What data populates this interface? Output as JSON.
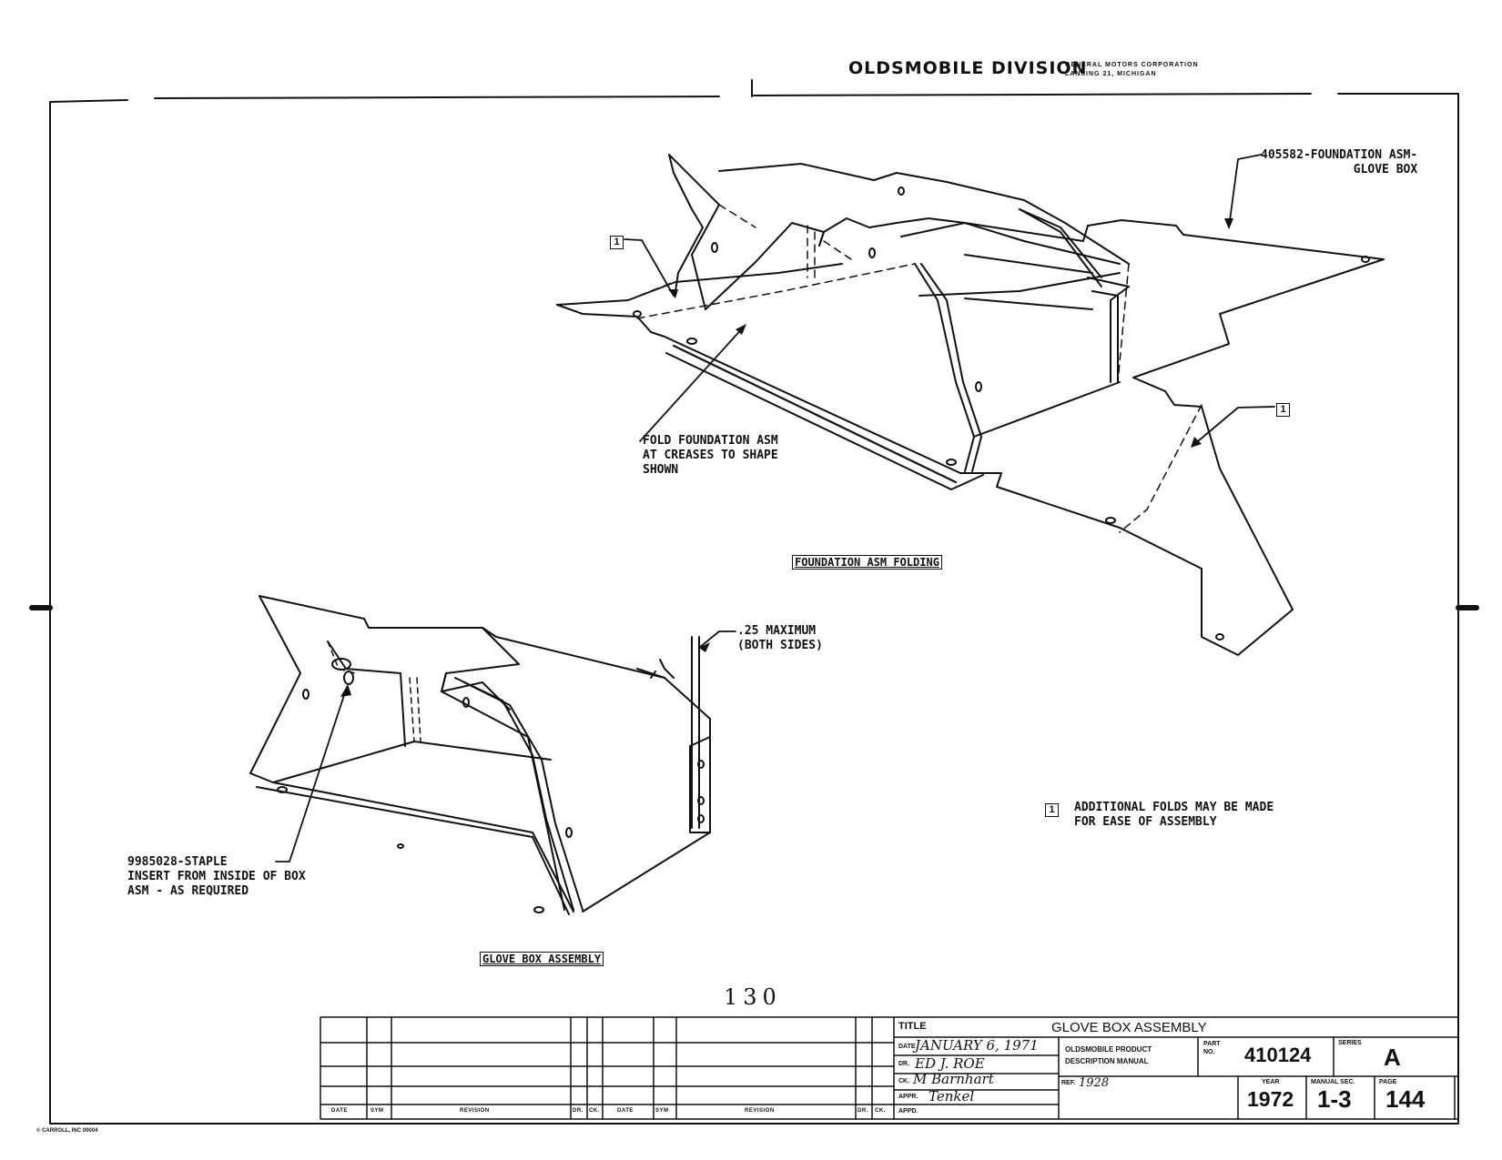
{
  "header": {
    "company": "OLDSMOBILE DIVISION",
    "corp_line1": "GENERAL MOTORS CORPORATION",
    "corp_line2": "LANSING 21, MICHIGAN"
  },
  "callouts": {
    "foundation_asm": "405582-FOUNDATION ASM-\n             GLOVE BOX",
    "fold_instruction": "FOLD FOUNDATION ASM\nAT CREASES TO SHAPE\nSHOWN",
    "maximum": ".25 MAXIMUM\n(BOTH SIDES)",
    "staple": "9985028-STAPLE\nINSERT FROM INSIDE OF BOX\nASM - AS REQUIRED",
    "note_number": "1",
    "note_text": "ADDITIONAL FOLDS MAY BE MADE\nFOR EASE OF ASSEMBLY"
  },
  "view_labels": {
    "foundation_folding": "FOUNDATION ASM FOLDING",
    "glove_box_assembly": "GLOVE BOX ASSEMBLY"
  },
  "page_handwritten": "130",
  "footer_credit": "© CARROLL, INC 00004",
  "title_block": {
    "title_label": "TITLE",
    "title_value": "GLOVE BOX ASSEMBLY",
    "date_label": "DATE",
    "date_value": "JANUARY 6, 1971",
    "dr_label": "DR.",
    "dr_value": "ED J. ROE",
    "ck_label": "CK.",
    "ck_value": "M Barnhart",
    "appr_label": "APPR.",
    "appr_value": "Tenkel",
    "appd_label": "APPD.",
    "manual_line1": "OLDSMOBILE PRODUCT",
    "manual_line2": "DESCRIPTION MANUAL",
    "ref_label": "REF.",
    "ref_value": "1928",
    "part_label": "PART\nNO.",
    "part_value": "410124",
    "series_label": "SERIES",
    "series_value": "A",
    "year_label": "YEAR",
    "year_value": "1972",
    "manual_sec_label": "MANUAL SEC.",
    "manual_sec_value": "1-3",
    "page_label": "PAGE",
    "page_value": "144"
  },
  "revision_columns": [
    "DATE",
    "SYM",
    "REVISION",
    "DR.",
    "CK.",
    "DATE",
    "SYM",
    "REVISION",
    "DR.",
    "CK."
  ]
}
